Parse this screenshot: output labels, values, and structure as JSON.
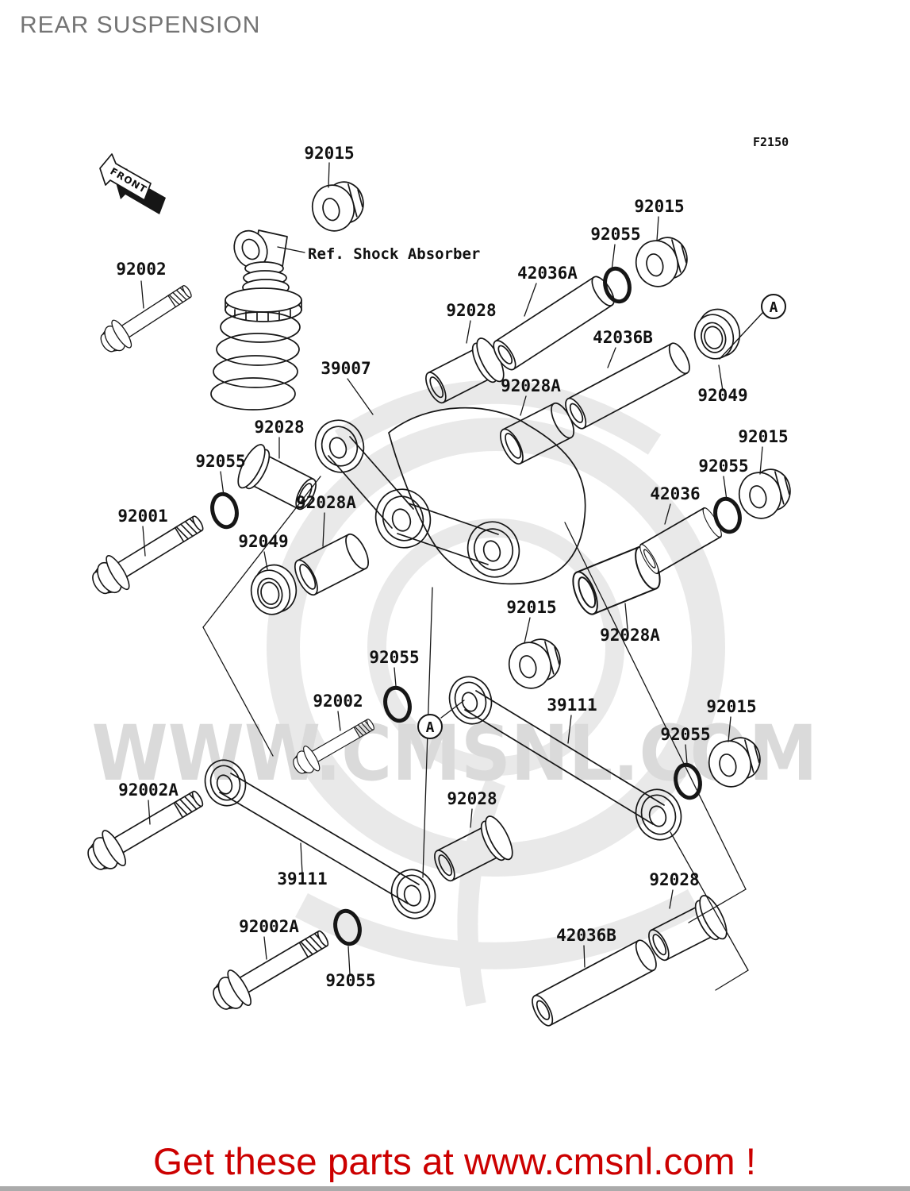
{
  "header": {
    "title": "REAR SUSPENSION"
  },
  "diagram": {
    "figure_code": "F2150",
    "front_marker": "FRONT",
    "ref_label": "Ref. Shock Absorber",
    "detail_markers": [
      "A",
      "A"
    ],
    "watermark_text": "WWW.CMSNL.COM",
    "part_labels": [
      {
        "text": "92015"
      },
      {
        "text": "92002"
      },
      {
        "text": "92055"
      },
      {
        "text": "92015"
      },
      {
        "text": "42036A"
      },
      {
        "text": "92028"
      },
      {
        "text": "42036B"
      },
      {
        "text": "39007"
      },
      {
        "text": "92028A"
      },
      {
        "text": "92049"
      },
      {
        "text": "92028"
      },
      {
        "text": "92055"
      },
      {
        "text": "92015"
      },
      {
        "text": "92055"
      },
      {
        "text": "42036"
      },
      {
        "text": "92001"
      },
      {
        "text": "92028A"
      },
      {
        "text": "92049"
      },
      {
        "text": "92015"
      },
      {
        "text": "92028A"
      },
      {
        "text": "92055"
      },
      {
        "text": "92002"
      },
      {
        "text": "39111"
      },
      {
        "text": "92015"
      },
      {
        "text": "92055"
      },
      {
        "text": "92002A"
      },
      {
        "text": "92028"
      },
      {
        "text": "39111"
      },
      {
        "text": "92002A"
      },
      {
        "text": "92055"
      },
      {
        "text": "42036B"
      },
      {
        "text": "92028"
      }
    ]
  },
  "footer": {
    "banner_text": "Get these parts at www.cmsnl.com !"
  },
  "colors": {
    "banner_red": "#cc0000",
    "line_black": "#161616",
    "watermark_gray": "#dadada",
    "logo_gray": "#e9e9e9",
    "title_gray": "#747474",
    "footer_bar_gray": "#ababab"
  }
}
